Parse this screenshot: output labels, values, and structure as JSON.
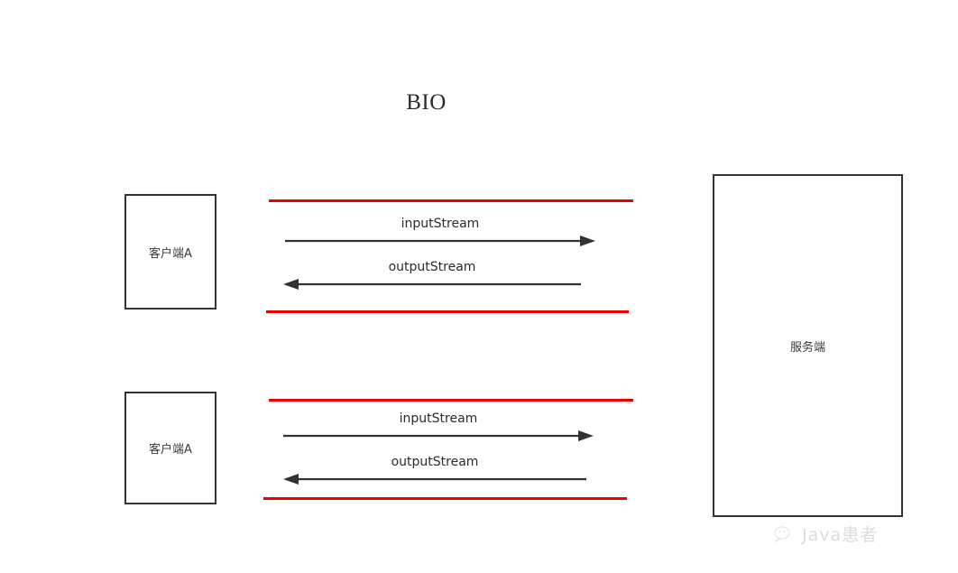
{
  "diagram": {
    "title": "BIO",
    "nodes": [
      {
        "id": "client-a-top",
        "label": "客户端A"
      },
      {
        "id": "client-a-bottom",
        "label": "客户端A"
      },
      {
        "id": "server",
        "label": "服务端"
      }
    ],
    "connections": [
      {
        "id": "input-1",
        "label": "inputStream",
        "direction": "right"
      },
      {
        "id": "output-1",
        "label": "outputStream",
        "direction": "left"
      },
      {
        "id": "input-2",
        "label": "inputStream",
        "direction": "right"
      },
      {
        "id": "output-2",
        "label": "outputStream",
        "direction": "left"
      }
    ],
    "separator_color": "#ee0000",
    "stroke_color": "#333333"
  },
  "watermark": {
    "text": "Java患者",
    "icon": "wechat-icon"
  }
}
